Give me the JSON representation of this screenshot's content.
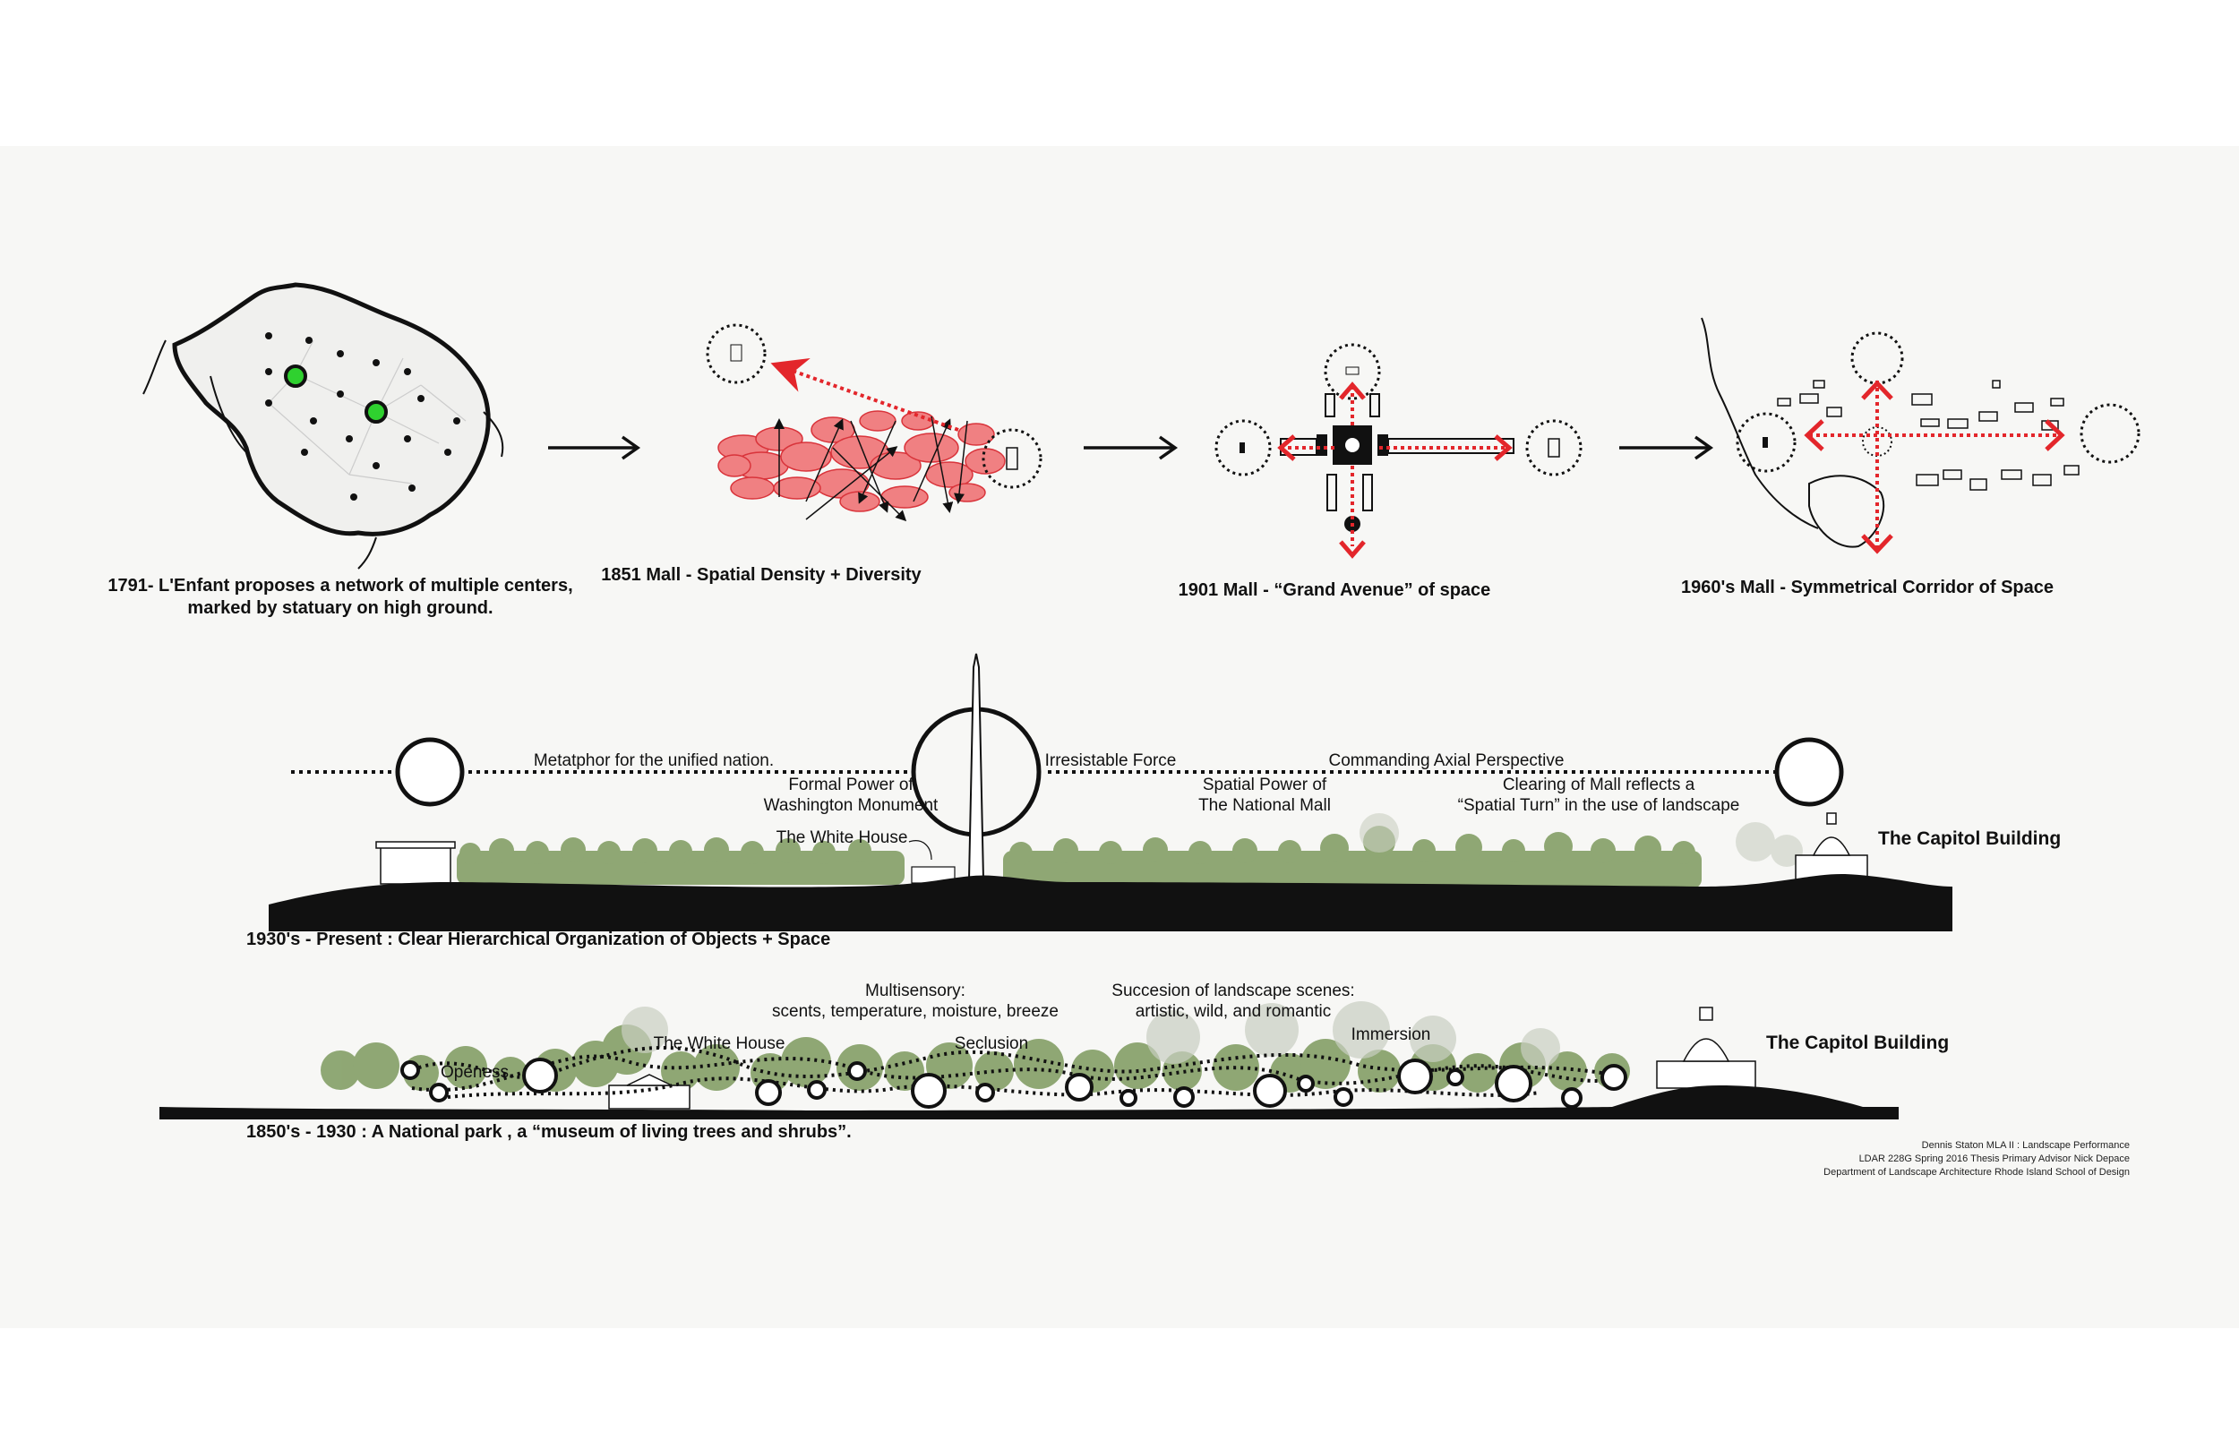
{
  "top_row": {
    "panel_1791": {
      "caption_line1": "1791- L'Enfant proposes a network of multiple centers,",
      "caption_line2": "marked by statuary on high ground."
    },
    "panel_1851": {
      "caption": "1851 Mall - Spatial Density + Diversity"
    },
    "panel_1901": {
      "caption": "1901 Mall  - “Grand Avenue” of space"
    },
    "panel_1960": {
      "caption": "1960's Mall - Symmetrical Corridor of Space"
    }
  },
  "section_present": {
    "labels": {
      "metaphor": "Metatphor for the unified nation.",
      "formal_power_1": "Formal Power of",
      "formal_power_2": "Washington Monument",
      "irresistable": "Irresistable Force",
      "spatial_power_1": "Spatial Power of",
      "spatial_power_2": "The National Mall",
      "commanding": "Commanding Axial Perspective",
      "clearing_1": "Clearing of Mall reflects a",
      "clearing_2": "“Spatial Turn” in the use of landscape",
      "white_house": "The White House",
      "capitol": "The Capitol Building"
    },
    "caption": "1930's - Present : Clear Hierarchical Organization of Objects + Space"
  },
  "section_park": {
    "labels": {
      "multisensory_1": "Multisensory:",
      "multisensory_2": "scents, temperature, moisture, breeze",
      "succession_1": "Succesion of landscape scenes:",
      "succession_2": "artistic, wild, and romantic",
      "openess": "Openess",
      "white_house": "The White House",
      "seclusion": "Seclusion",
      "immersion": "Immersion",
      "capitol": "The Capitol Building"
    },
    "caption": "1850's - 1930 : A National park , a “museum of living trees and shrubs”."
  },
  "credits": {
    "line1": "Dennis Staton MLA II : Landscape Performance",
    "line2": "LDAR 228G Spring 2016  Thesis Primary Advisor Nick Depace",
    "line3": "Department of Landscape Architecture  Rhode Island School of Design"
  },
  "colors": {
    "accent_red": "#e3262b",
    "center_green": "#2fd12f",
    "tree_green": "#7d9a5e",
    "ground": "#111111"
  }
}
